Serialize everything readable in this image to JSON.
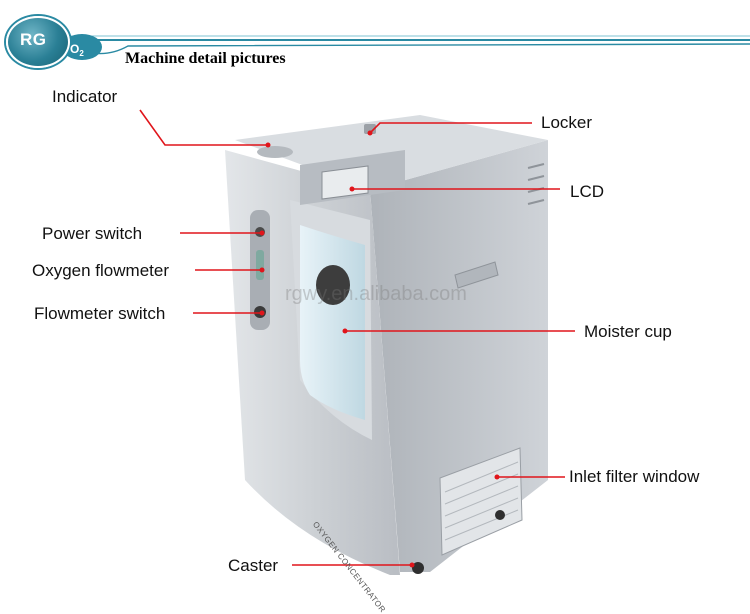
{
  "header": {
    "logo": "RG",
    "logo_sub_main": "O",
    "logo_sub_index": "2",
    "title": "Machine detail pictures"
  },
  "watermark": "rgwy.en.alibaba.com",
  "machine_label": "OXYGEN CONCENTRATOR",
  "callouts": {
    "indicator": "Indicator",
    "locker": "Locker",
    "lcd": "LCD",
    "power_switch": "Power switch",
    "oxygen_flowmeter": "Oxygen flowmeter",
    "flowmeter_switch": "Flowmeter switch",
    "moister_cup": "Moister cup",
    "inlet_filter_window": "Inlet filter window",
    "caster": "Caster"
  },
  "colors": {
    "accent": "#2a8aa3",
    "pointer": "#e0151b",
    "body": "#c9cdd2"
  }
}
